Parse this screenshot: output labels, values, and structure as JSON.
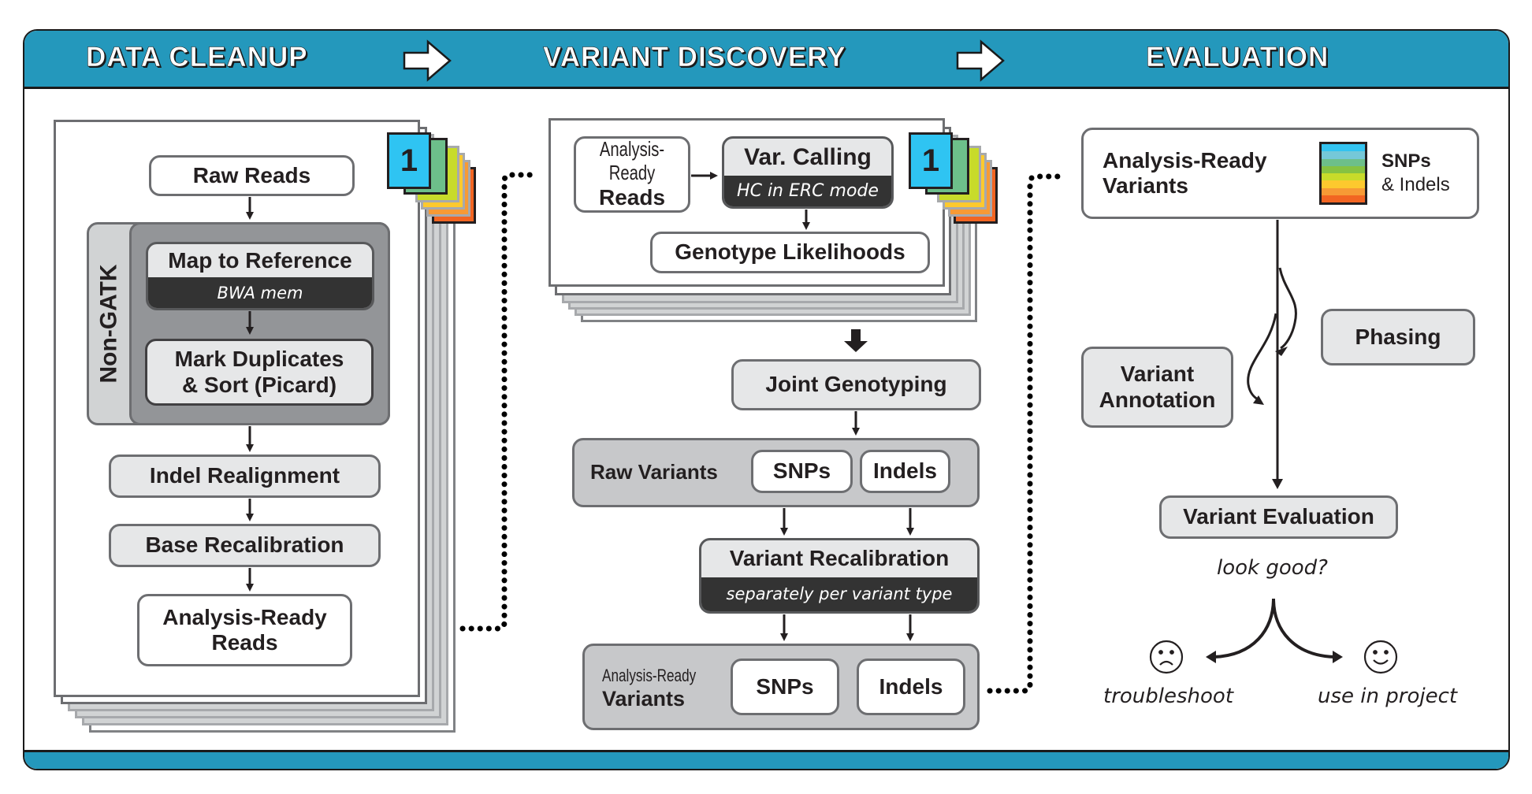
{
  "header": {
    "stages": [
      {
        "label": "DATA CLEANUP"
      },
      {
        "label": "VARIANT DISCOVERY"
      },
      {
        "label": "EVALUATION"
      }
    ],
    "stage_arrow_icon": "hollow-right-arrow",
    "band_color": "#2498bc"
  },
  "data_cleanup": {
    "sample_tab": "1",
    "raw_reads": "Raw Reads",
    "non_gatk_label": "Non-GATK",
    "map_to_reference": {
      "title": "Map to Reference",
      "tool": "BWA mem"
    },
    "mark_duplicates": {
      "line1": "Mark Duplicates",
      "line2": "& Sort (Picard)"
    },
    "indel_realignment": "Indel Realignment",
    "base_recalibration": "Base Recalibration",
    "analysis_ready_reads": {
      "line1": "Analysis-Ready",
      "line2": "Reads"
    }
  },
  "variant_discovery": {
    "sample_tab": "1",
    "input_reads": {
      "line1": "Analysis-Ready",
      "line2": "Reads"
    },
    "var_calling": {
      "title": "Var. Calling",
      "mode": "HC in ERC mode"
    },
    "genotype_likelihoods": "Genotype Likelihoods",
    "joint_genotyping": "Joint Genotyping",
    "raw_variants": {
      "label": "Raw Variants",
      "snps": "SNPs",
      "indels": "Indels"
    },
    "variant_recalibration": {
      "title": "Variant Recalibration",
      "note": "separately per variant type"
    },
    "analysis_ready_variants": {
      "line1": "Analysis-Ready",
      "line2": "Variants",
      "snps": "SNPs",
      "indels": "Indels"
    }
  },
  "evaluation": {
    "input_variants": {
      "line1": "Analysis-Ready",
      "line2": "Variants",
      "legend_line1": "SNPs",
      "legend_line2": "& Indels"
    },
    "legend_colors": [
      "#33c3f0",
      "#75c8d8",
      "#6dbf8a",
      "#86c242",
      "#c8db2a",
      "#fdc92e",
      "#f79a35",
      "#f26522"
    ],
    "phasing": "Phasing",
    "variant_annotation": {
      "line1": "Variant",
      "line2": "Annotation"
    },
    "variant_evaluation": "Variant Evaluation",
    "question": "look good?",
    "outcome_bad": {
      "label": "troubleshoot",
      "icon": "sad-face"
    },
    "outcome_good": {
      "label": "use in project",
      "icon": "happy-face"
    }
  },
  "sample_tab_colors": [
    "#2fc4f2",
    "#6dbf8a",
    "#c8db2a",
    "#fdc92e",
    "#f79a35",
    "#f26522"
  ]
}
